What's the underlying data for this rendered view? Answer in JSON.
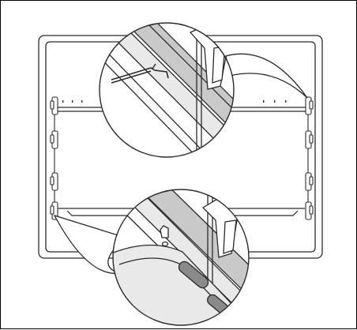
{
  "diagram": {
    "subject": "oven-interior-with-side-rails",
    "callouts": [
      {
        "id": "top-callout",
        "shows": "shelf-hook-engaged-on-rail"
      },
      {
        "id": "bottom-callout",
        "shows": "tray-slot-engaged-on-rail"
      }
    ],
    "colors": {
      "line": "#2a2a2a",
      "grey_fill": "#c9c9c9",
      "light_fill": "#e9e9e9",
      "background": "#ffffff"
    }
  }
}
